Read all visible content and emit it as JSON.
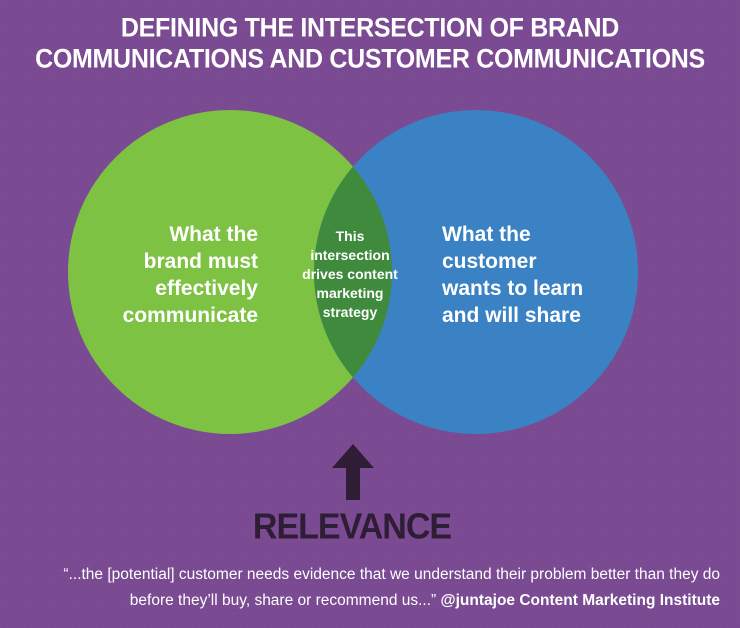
{
  "title": {
    "line1": "DEFINING THE INTERSECTION OF BRAND",
    "line2": "COMMUNICATIONS AND CUSTOMER COMMUNICATIONS"
  },
  "venn": {
    "left_circle": {
      "lines": [
        "What the",
        "brand must",
        "effectively",
        "communicate"
      ]
    },
    "right_circle": {
      "lines": [
        "What the",
        "customer",
        "wants to learn",
        "and will share"
      ]
    },
    "intersection": {
      "lines": [
        "This",
        "intersection",
        "drives content",
        "marketing",
        "strategy"
      ]
    }
  },
  "arrow_label": "RELEVANCE",
  "quote": {
    "line1": "“...the [potential] customer needs evidence that we understand their problem better than they do",
    "line2": "before they’ll buy, share or recommend us...”",
    "credit": "@juntajoe Content Marketing Institute"
  },
  "colors": {
    "background": "#7a4a92",
    "left_circle": "#7ec243",
    "right_circle": "#3b82c4",
    "intersection": "#3f8a3c",
    "arrow": "#2e1d35",
    "text": "#ffffff"
  }
}
